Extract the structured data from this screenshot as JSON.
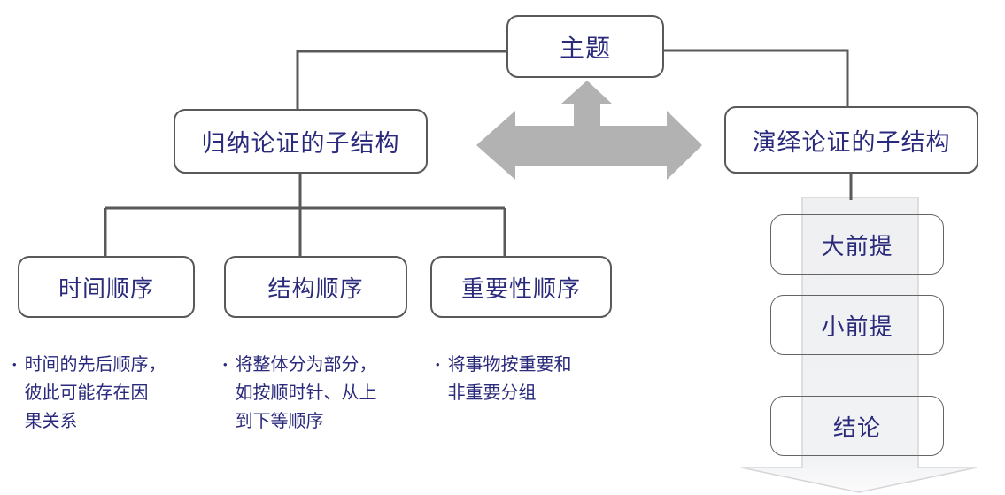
{
  "root": {
    "label": "主题"
  },
  "left_branch": {
    "label": "归纳论证的子结构",
    "children": [
      {
        "label": "时间顺序",
        "lines": [
          "时间的先后顺序，",
          "彼此可能存在因",
          "果关系"
        ]
      },
      {
        "label": "结构顺序",
        "lines": [
          "将整体分为部分，",
          "如按顺时针、从上",
          "到下等顺序"
        ]
      },
      {
        "label": "重要性顺序",
        "lines": [
          "将事物按重要和",
          "非重要分组"
        ]
      }
    ]
  },
  "right_branch": {
    "label": "演绎论证的子结构",
    "steps": [
      {
        "label": "大前提"
      },
      {
        "label": "小前提"
      },
      {
        "label": "结论"
      }
    ]
  },
  "bullet_char": "•",
  "icons": {
    "center_arrow": "three-way-arrow-left-right-up",
    "right_arrow": "big-down-arrow"
  },
  "colors": {
    "text": "#2A2A7C",
    "line": "#595959",
    "center_arrow_gray": "#B2B2B2",
    "down_arrow_fill": "#F0F1F3",
    "down_arrow_stroke": "#D6D6D8",
    "background": "#FFFFFF"
  }
}
